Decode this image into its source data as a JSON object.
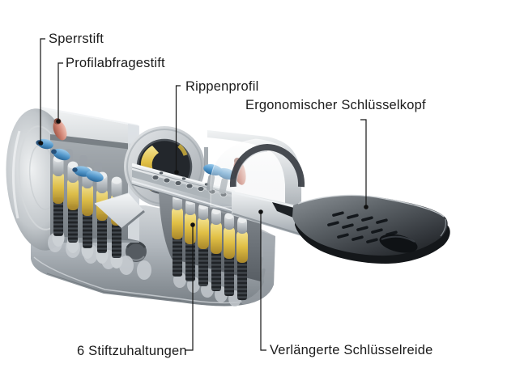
{
  "diagram": {
    "labels": {
      "sperrstift": "Sperrstift",
      "profilabfragestift": "Profilabfragestift",
      "rippenprofil": "Rippenprofil",
      "ergonomischer_schluesselkopf": "Ergonomischer Schlüsselkopf",
      "stiftzuhaltungen": "6 Stiftzuhaltungen",
      "verlaengerte_schluesselreide": "Verlängerte Schlüsselreide"
    },
    "colors": {
      "background": "#ffffff",
      "label_text": "#1b1b1b",
      "leader_line": "#141414",
      "housing_metal_light": "#eef0f1",
      "housing_metal_mid": "#b3b9be",
      "housing_metal_dark": "#6f767c",
      "pin_brass": "#e0bf45",
      "pin_blue": "#4f94c8",
      "pin_salmon": "#cf8272",
      "spring_dark": "#1e2226",
      "key_blade_silver": "#c6cbcf",
      "key_head_dark": "#33373c"
    }
  }
}
